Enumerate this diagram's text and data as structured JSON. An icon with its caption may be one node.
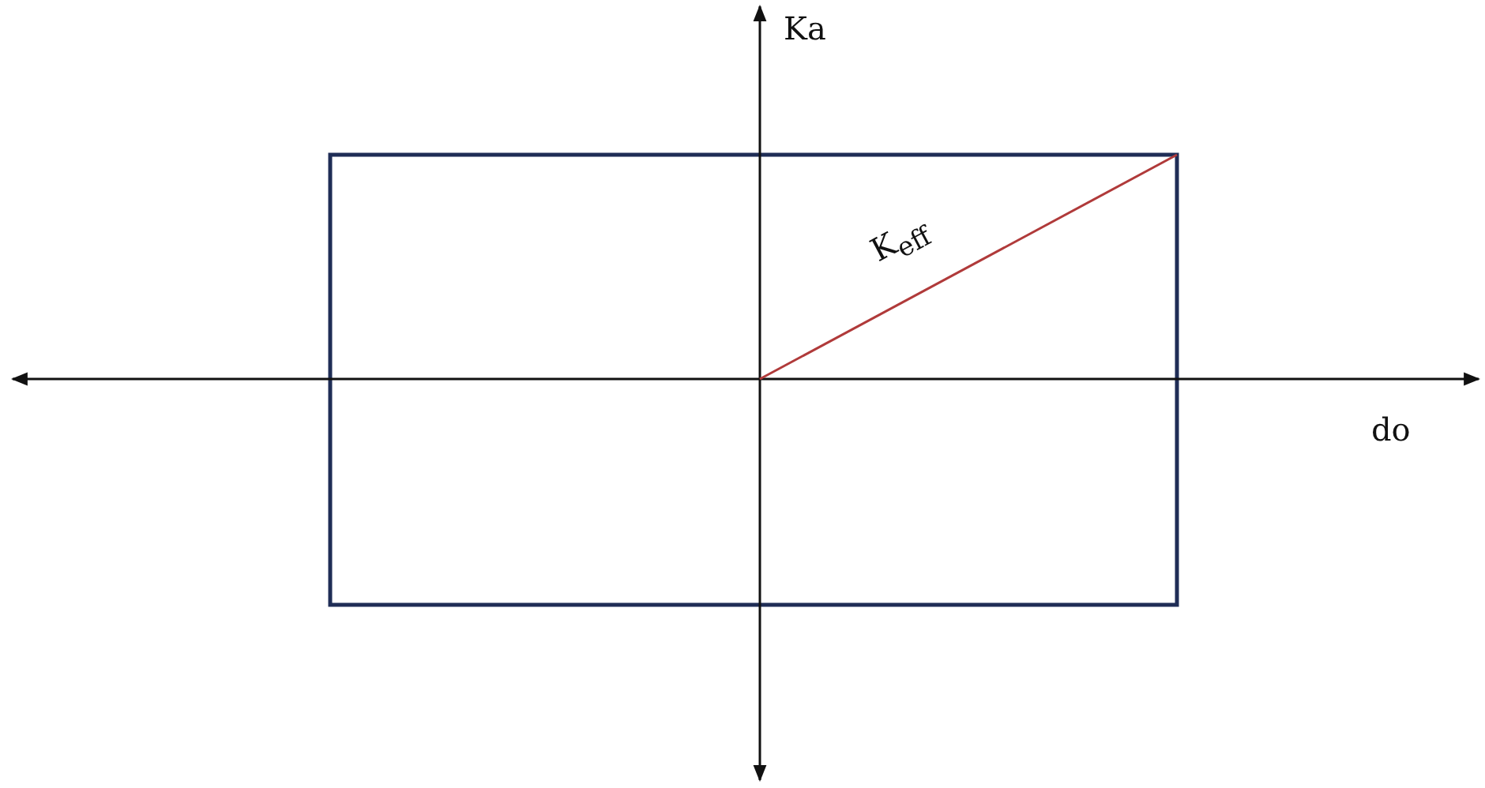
{
  "diagram": {
    "labels": [
      "Ka",
      "K$_{eff}$",
      "do"
    ]
  }
}
